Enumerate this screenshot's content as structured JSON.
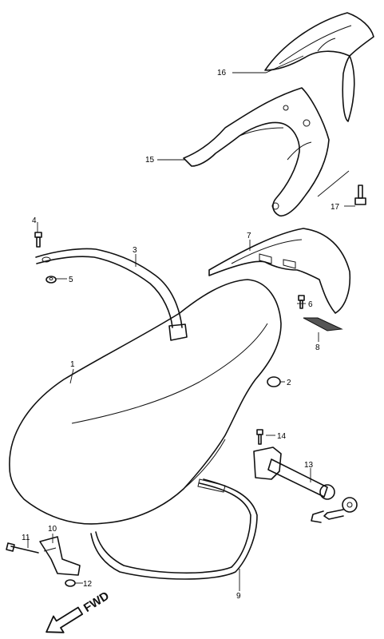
{
  "callouts": {
    "c1": "1",
    "c2": "2",
    "c3": "3",
    "c4": "4",
    "c5": "5",
    "c6": "6",
    "c7": "7",
    "c8": "8",
    "c9": "9",
    "c10": "10",
    "c11": "11",
    "c12": "12",
    "c13": "13",
    "c14": "14",
    "c15": "15",
    "c16": "16",
    "c17": "17"
  },
  "direction_label": "FWD"
}
